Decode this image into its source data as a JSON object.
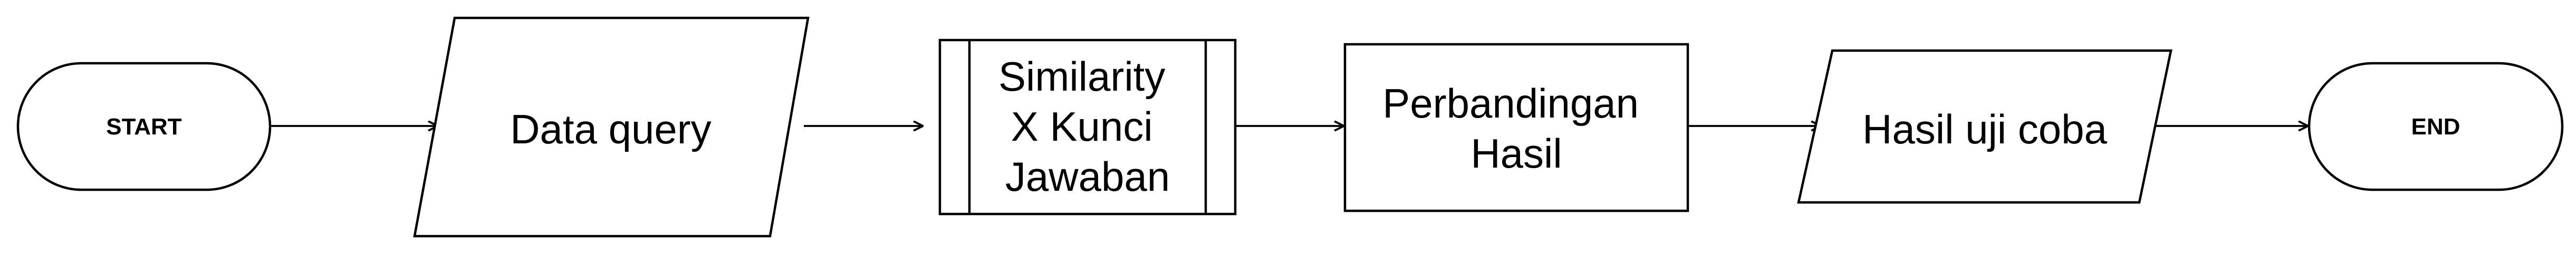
{
  "diagram": {
    "nodes": {
      "start": {
        "lines": [
          "START"
        ],
        "shape": "terminator"
      },
      "data_query": {
        "lines": [
          "Data query"
        ],
        "shape": "data"
      },
      "similarity": {
        "lines": [
          "Similarity",
          "X Kunci",
          "Jawaban"
        ],
        "shape": "predefined-process"
      },
      "perbandingan": {
        "lines": [
          "Perbandingan",
          "Hasil"
        ],
        "shape": "process"
      },
      "hasil_uji": {
        "lines": [
          "Hasil uji coba"
        ],
        "shape": "data"
      },
      "end": {
        "lines": [
          "END"
        ],
        "shape": "terminator"
      }
    },
    "edges": [
      {
        "from": "start",
        "to": "data_query"
      },
      {
        "from": "data_query",
        "to": "similarity"
      },
      {
        "from": "similarity",
        "to": "perbandingan"
      },
      {
        "from": "perbandingan",
        "to": "hasil_uji"
      },
      {
        "from": "hasil_uji",
        "to": "end"
      }
    ],
    "colors": {
      "stroke": "#000000",
      "fill": "#ffffff",
      "text": "#000000"
    }
  }
}
